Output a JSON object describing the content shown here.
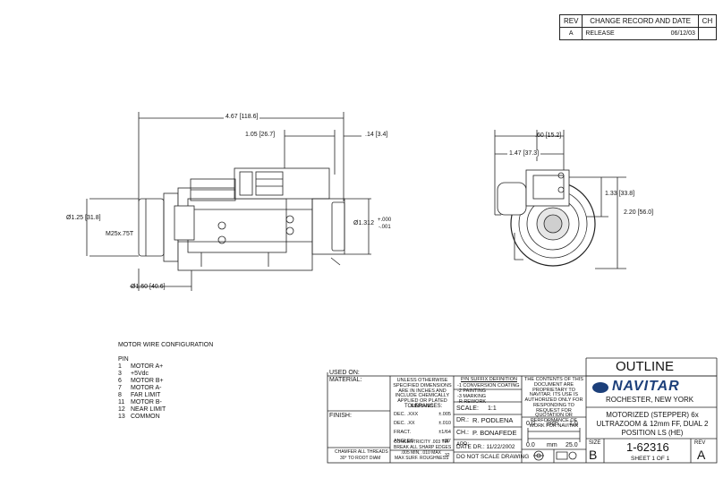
{
  "revision_table": {
    "headers": [
      "REV",
      "CHANGE RECORD AND DATE",
      "CH"
    ],
    "rows": [
      {
        "rev": "A",
        "change": "RELEASE",
        "date": "06/12/03",
        "ch": ""
      }
    ]
  },
  "dimensions": {
    "overall_length": "4.67 [118.6]",
    "mid_length": "1.05 [26.7]",
    "small_length": ".14 [3.4]",
    "dia_left": "Ø1.25 [31.8]",
    "thread": "M25x.75T",
    "dia_right": "Ø1.312",
    "tol_plus": "+.000",
    "tol_minus": "-.001",
    "dia_bottom": "Ø1.60 [40.6]",
    "end_top": ".60 [15.2]",
    "end_width": "1.47 [37.3]",
    "end_h1": "1.33 [33.8]",
    "end_h2": "2.20 [56.0]"
  },
  "motor_wiring": {
    "title": "MOTOR WIRE CONFIGURATION",
    "pin_header": "PIN",
    "pins": [
      {
        "pin": "1",
        "name": "MOTOR A+"
      },
      {
        "pin": "3",
        "name": "+5Vdc"
      },
      {
        "pin": "6",
        "name": "MOTOR B+"
      },
      {
        "pin": "7",
        "name": "MOTOR A-"
      },
      {
        "pin": "8",
        "name": "FAR LIMIT"
      },
      {
        "pin": "11",
        "name": "MOTOR B-"
      },
      {
        "pin": "12",
        "name": "NEAR LIMIT"
      },
      {
        "pin": "13",
        "name": "COMMON"
      }
    ]
  },
  "title_block": {
    "used_on": "USED ON:",
    "material": "MATERIAL:",
    "finish": "FINISH:",
    "chamfer_note": "CHAMFER ALL THREADS",
    "chamfer_note2": "30° TO ROOT DIAM",
    "unless_note": "UNLESS OTHERWISE SPECIFIED DIMENSIONS ARE IN INCHES AND INCLUDE CHEMICALLY APPLIED OR PLATED FINISHES",
    "tolerances_title": "TOLERANCES:",
    "tolerances": [
      {
        "label": "DEC. .XXX",
        "value": "±.005"
      },
      {
        "label": "DEC. .XX",
        "value": "±.010"
      },
      {
        "label": "FRACT.",
        "value": "±1/64"
      },
      {
        "label": "ANGLES",
        "value": "±30'"
      }
    ],
    "concentricity": "CONCENTRICITY  .003 TIR",
    "break_edges": "BREAK ALL SHARP EDGES",
    "break_edges2": ".005 MIN, .010 MAX",
    "roughness": "MAX SURF. ROUGHNESS",
    "roughness_value": "32",
    "pn_suffix_title": "P/N SUFFIX DEFINITION",
    "pn_suffix_lines": [
      "-1 CONVERSION COATING",
      "-2 PAINTING",
      "-3 MARKING",
      "-R REWORK"
    ],
    "scale_label": "SCALE:",
    "scale_value": "1:1",
    "dr_label": "DR.:",
    "dr_value": "R. PODLENA",
    "ch_label": "CH.:",
    "ch_value": "P. BONAFEDE",
    "app_label": "APP.:",
    "date_label": "DATE DR.:",
    "date_value": "11/22/2002",
    "no_scale": "DO NOT SCALE DRAWING",
    "proprietary": "THE CONTENTS OF THIS DOCUMENT ARE PROPRIETARY TO NAVITAR. ITS USE IS AUTHORIZED ONLY FOR RESPONDING TO REQUEST FOR QUOTATION OR PERFORMANCE OF WORK FOR NAVITAR",
    "scale_bar_inch": [
      "0.0",
      "inch",
      "1.0"
    ],
    "scale_bar_mm": [
      "0.0",
      "mm",
      "25.0"
    ],
    "outline": "OUTLINE",
    "company_logo": "NAVITAR",
    "location": "ROCHESTER, NEW YORK",
    "description": [
      "MOTORIZED (STEPPER) 6x",
      "ULTRAZOOM & 12mm FF, DUAL 2",
      "POSITION LS (HE)"
    ],
    "size_label": "SIZE",
    "size_value": "B",
    "part_number": "1-62316",
    "sheet": "SHEET 1 OF 1",
    "rev_label": "REV",
    "rev_value": "A"
  }
}
